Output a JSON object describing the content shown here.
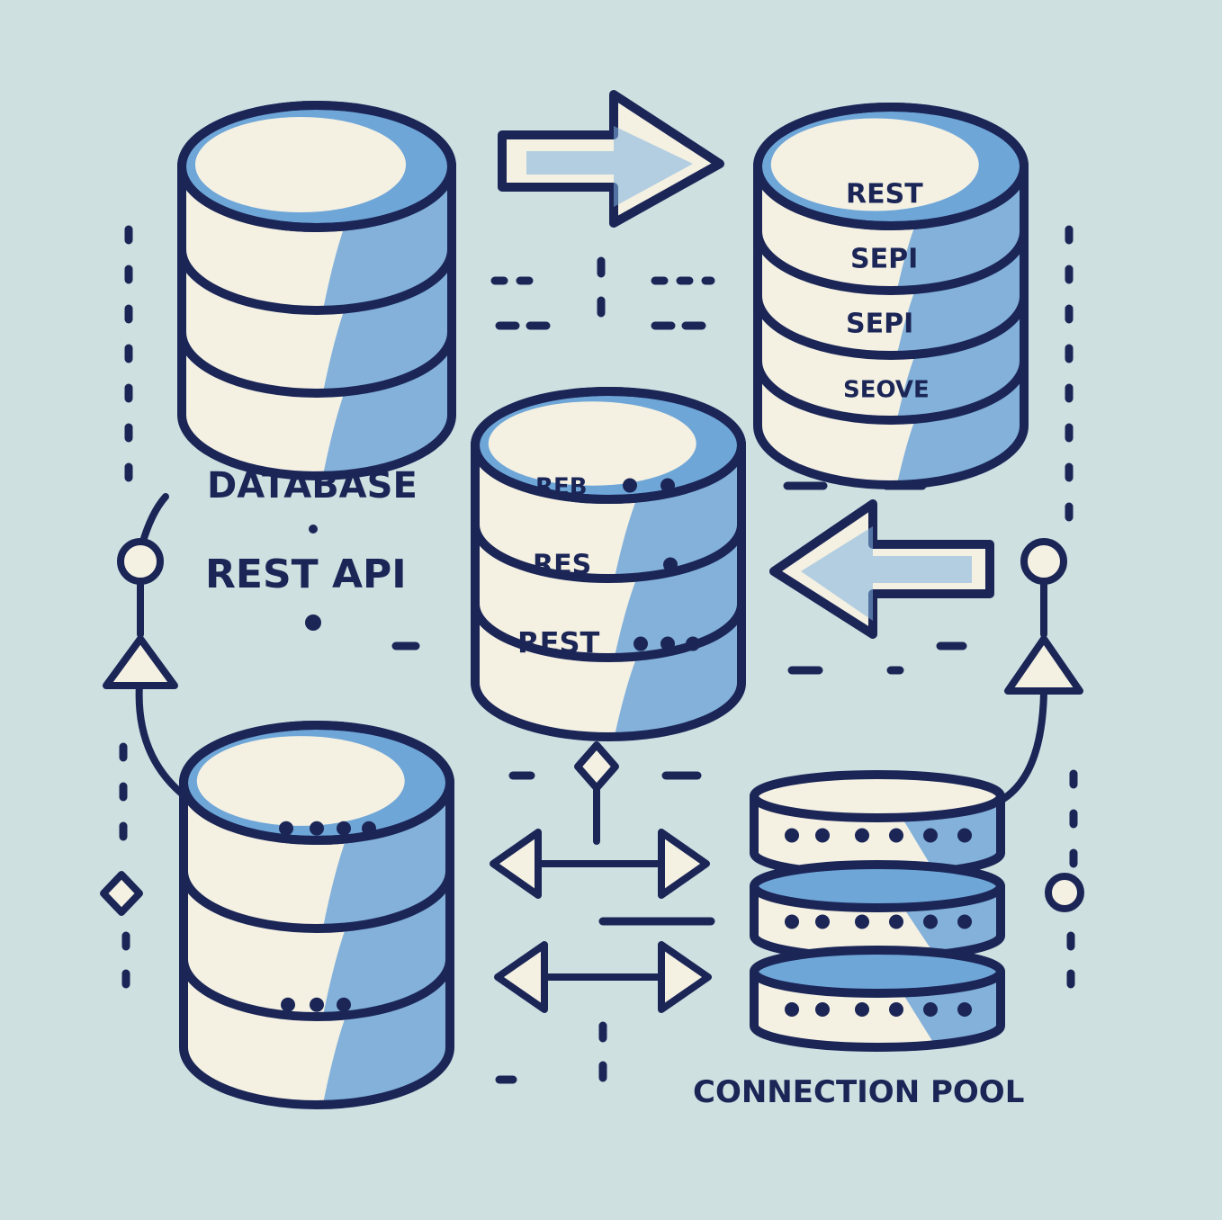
{
  "colors": {
    "background": "#cfe0e1",
    "outline": "#1b2657",
    "blue": "#6fa6d8",
    "cream": "#f4f1e3"
  },
  "labels": {
    "database": "DATABASE",
    "rest_api": "REST API",
    "connection_pool": "CONNECTION POOL"
  },
  "db_top_right": {
    "rows": [
      "REST",
      "SEPI",
      "SEPI",
      "SEOVE"
    ]
  },
  "db_center": {
    "rows": [
      "REB",
      "RES",
      "REST"
    ]
  },
  "icons": [
    "database-icon",
    "arrow-right-icon",
    "arrow-left-icon",
    "double-arrow-icon",
    "server-stack-icon"
  ]
}
